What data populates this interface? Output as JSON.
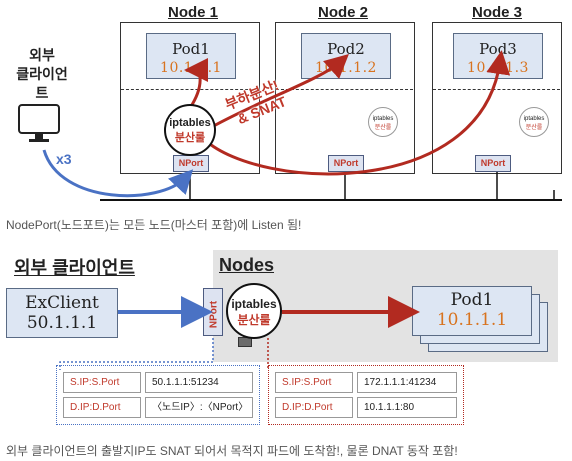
{
  "top": {
    "nodes": [
      {
        "title": "Node 1",
        "pod_name": "Pod1",
        "pod_ip": "10.1.1.1",
        "nport": "NPort"
      },
      {
        "title": "Node 2",
        "pod_name": "Pod2",
        "pod_ip": "10.1.1.2",
        "nport": "NPort"
      },
      {
        "title": "Node 3",
        "pod_name": "Pod3",
        "pod_ip": "10.1.1.3",
        "nport": "NPort"
      }
    ],
    "ipt_main": {
      "line1": "iptables",
      "line2": "분산룰"
    },
    "ipt_small": {
      "line1": "iptables",
      "line2": "분산룰"
    },
    "client_label_1": "외부",
    "client_label_2": "클라이언트",
    "x3": "x3",
    "lb_label_1": "부하분산!",
    "lb_label_2": "& SNAT",
    "caption": "NodePort(노드포트)는 모든 노드(마스터 포함)에 Listen 됨!"
  },
  "bottom": {
    "ext_title": "외부 클라이언트",
    "nodes_title": "Nodes",
    "exclient_name": "ExClient",
    "exclient_ip": "50.1.1.1",
    "nport": "NPort",
    "ipt": {
      "line1": "iptables",
      "line2": "분산룰"
    },
    "pod_name": "Pod1",
    "pod_ip": "10.1.1.1",
    "left_table": [
      [
        "S.IP:S.Port",
        "50.1.1.1:51234"
      ],
      [
        "D.IP:D.Port",
        "〈노드IP〉:〈NPort〉"
      ]
    ],
    "right_table": [
      [
        "S.IP:S.Port",
        "172.1.1.1:41234"
      ],
      [
        "D.IP:D.Port",
        "10.1.1.1:80"
      ]
    ],
    "caption": "외부 클라이언트의 출발지IP도 SNAT 되어서 목적지 파드에 도착함!, 물론 DNAT 동작 포함!"
  },
  "colors": {
    "blue_arrow": "#4a72c4",
    "red_arrow": "#b22a20",
    "pod_ip": "#d8731f",
    "nport_text": "#c0392b"
  }
}
